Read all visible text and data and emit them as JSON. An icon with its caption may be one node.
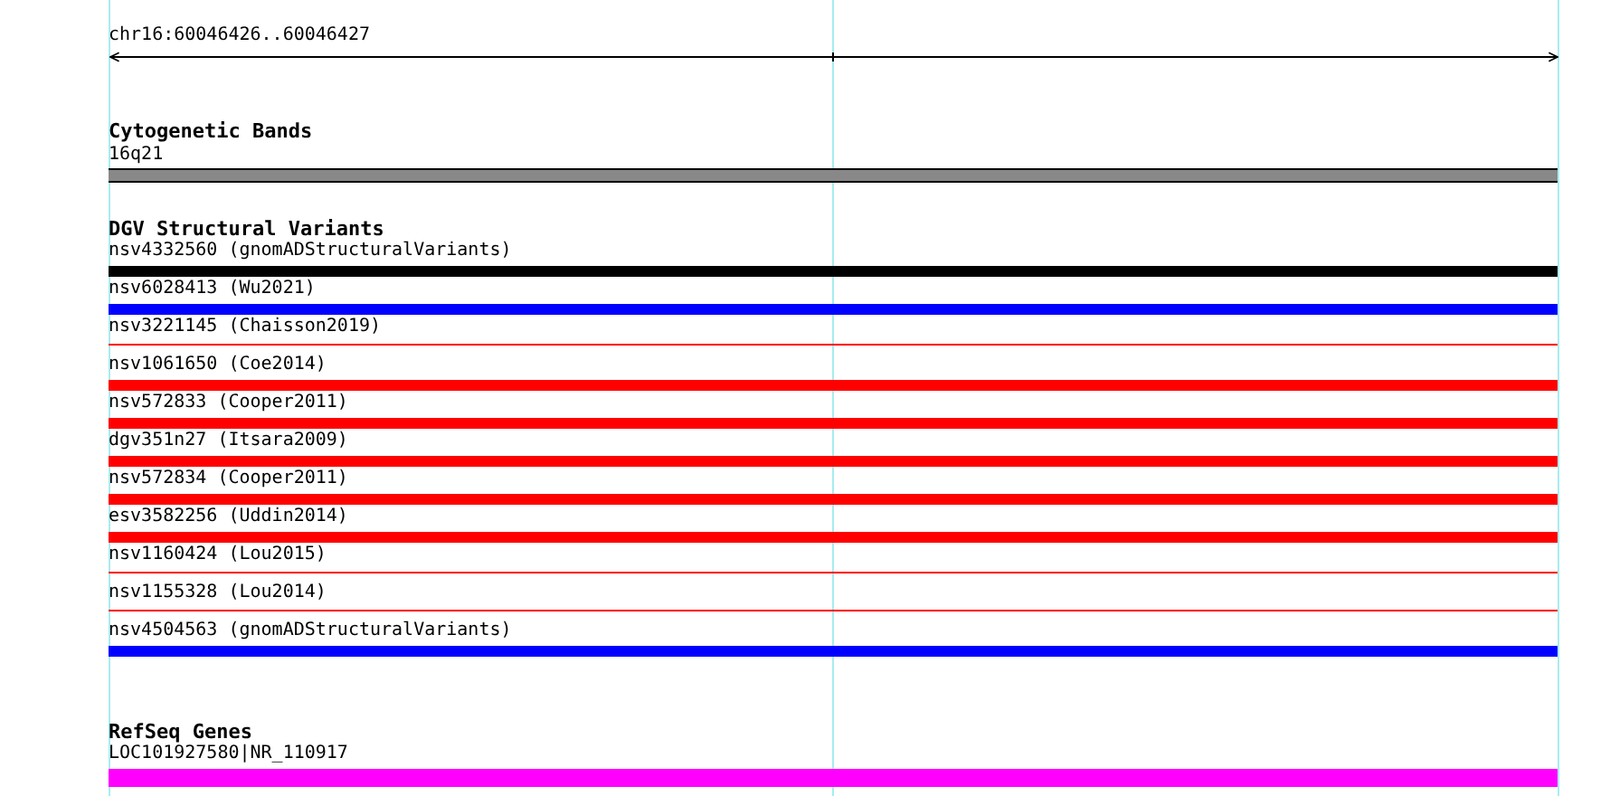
{
  "diagram": {
    "nodes": [
      {
        "text": [
          "16q21"
        ]
      },
      {
        "text": [
          "nsv4332560 (gnomADStructuralVariants)"
        ]
      },
      {
        "text": [
          "nsv6028413 (Wu2021)"
        ]
      },
      {
        "text": [
          "nsv3221145 (Chaisson2019)"
        ]
      },
      {
        "text": [
          "nsv1061650 (Coe2014)"
        ]
      },
      {
        "text": [
          "nsv572833 (Cooper2011)"
        ]
      },
      {
        "text": [
          "dgv351n27 (Itsara2009)"
        ]
      },
      {
        "text": [
          "nsv572834 (Cooper2011)"
        ]
      },
      {
        "text": [
          "esv3582256 (Uddin2014)"
        ]
      },
      {
        "text": [
          "nsv1160424 (Lou2015)"
        ]
      },
      {
        "text": [
          "nsv1155328 (Lou2014)"
        ]
      },
      {
        "text": [
          "nsv4504563 (gnomADStructuralVariants)"
        ]
      },
      {
        "text": [
          "LOC101927580|NR_110917"
        ]
      }
    ],
    "labels": [
      "chr16:60046426..60046427",
      "Cytogenetic Bands",
      "DGV Structural Variants",
      "RefSeq Genes"
    ]
  }
}
